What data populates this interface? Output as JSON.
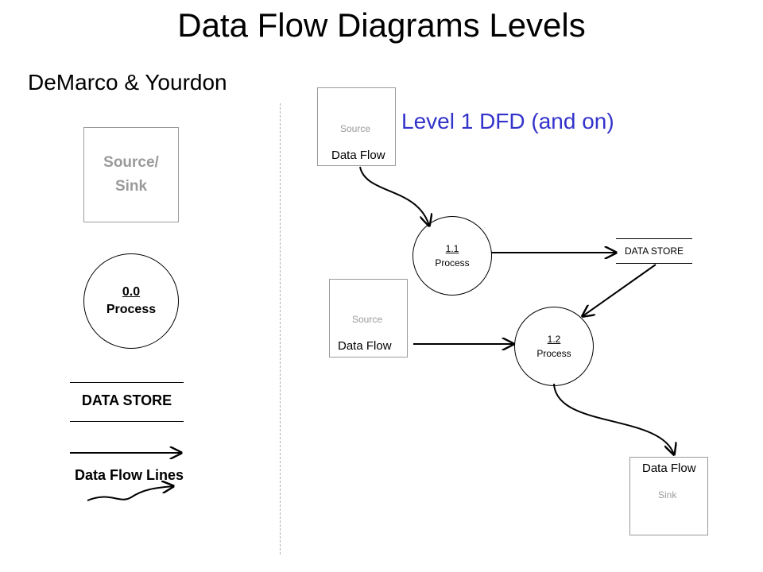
{
  "title": "Data Flow Diagrams Levels",
  "subtitle": "DeMarco & Yourdon",
  "level_title": "Level 1 DFD (and on)",
  "colors": {
    "level_title": "#3333cc",
    "box_border": "#9a9a9a",
    "muted_text": "#9a9a9a"
  },
  "legend": {
    "source_sink": "Source/ Sink",
    "process_number": "0.0",
    "process_label": "Process",
    "data_store": "DATA STORE",
    "data_flow_lines": "Data Flow Lines"
  },
  "diagram": {
    "source1": {
      "name": "Source",
      "flow": "Data Flow"
    },
    "source2": {
      "name": "Source",
      "flow": "Data Flow"
    },
    "process1": {
      "number": "1.1",
      "label": "Process"
    },
    "process2": {
      "number": "1.2",
      "label": "Process"
    },
    "store": {
      "label": "DATA STORE"
    },
    "sink": {
      "flow": "Data Flow",
      "name": "Sink"
    }
  }
}
